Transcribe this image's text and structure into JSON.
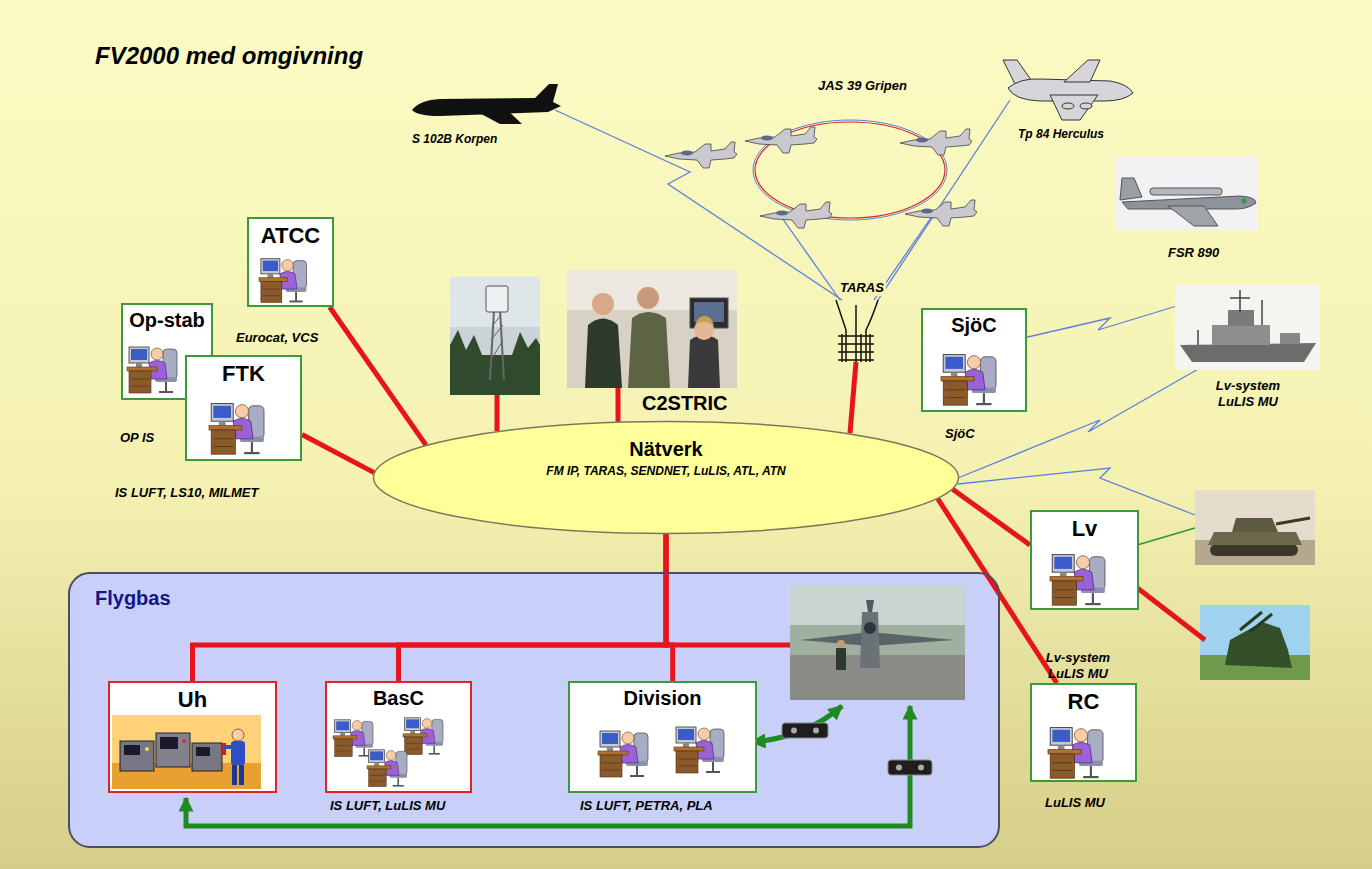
{
  "diagram": {
    "title": "FV2000 med omgivning",
    "nodes": [
      {
        "text": [
          "ATCC",
          "Eurocat, VCS"
        ]
      },
      {
        "text": [
          "Op-stab",
          "OP IS"
        ]
      },
      {
        "text": [
          "FTK",
          "IS LUFT, LS10, MILMET"
        ]
      },
      {
        "text": [
          "C2STRIC"
        ]
      },
      {
        "text": [
          "SjöC",
          "SjöC"
        ]
      },
      {
        "text": [
          "Nätverk",
          "FM IP, TARAS, SENDNET, LuLIS, ATL, ATN"
        ]
      },
      {
        "text": [
          "Lv",
          "Lv-system LuLIS MU"
        ]
      },
      {
        "text": [
          "Flygbas"
        ]
      },
      {
        "text": [
          "Uh"
        ],
        "in": 7
      },
      {
        "text": [
          "BasC",
          "IS LUFT, LuLIS MU"
        ],
        "in": 7
      },
      {
        "text": [
          "Division",
          "IS LUFT, PETRA, PLA"
        ],
        "in": 7
      },
      {
        "text": [
          "RC",
          "LuLIS MU"
        ]
      }
    ],
    "edges": [
      {
        "from": 0,
        "to": 5,
        "arrow": "none"
      },
      {
        "from": 2,
        "to": 5,
        "arrow": "none"
      },
      {
        "from": 3,
        "to": 5,
        "arrow": "none"
      },
      {
        "from": 5,
        "to": 6,
        "arrow": "none"
      },
      {
        "from": 5,
        "to": 11,
        "arrow": "none"
      },
      {
        "from": 5,
        "to": 8,
        "arrow": "none"
      },
      {
        "from": 5,
        "to": 9,
        "arrow": "none"
      },
      {
        "from": 5,
        "to": 10,
        "arrow": "none"
      }
    ],
    "labels": [
      "S 102B Korpen",
      "JAS 39 Gripen",
      "Tp 84 Herculus",
      "FSR 890",
      "TARAS",
      "Lv-system LuLIS MU"
    ]
  }
}
